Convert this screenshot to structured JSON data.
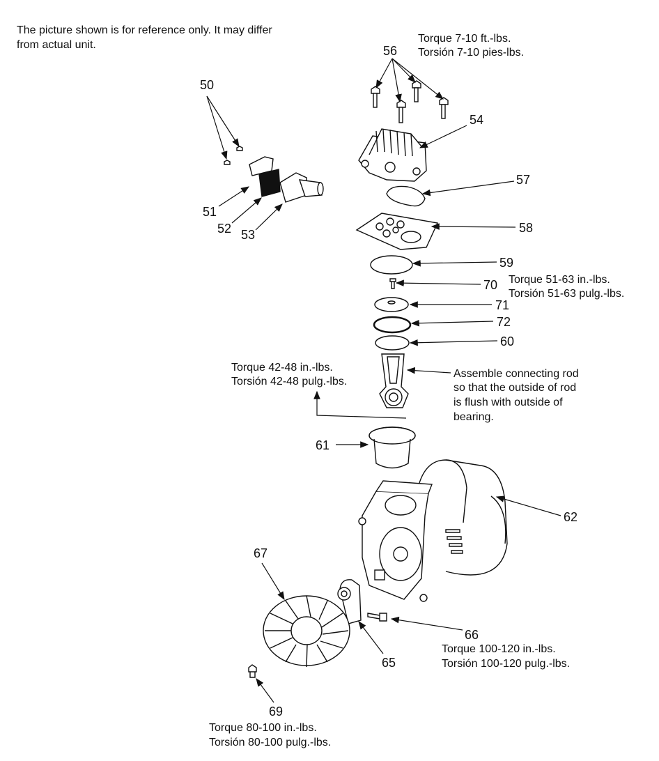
{
  "disclaimer": [
    "The picture shown is for reference only. It may differ",
    "from actual unit."
  ],
  "torque_notes": {
    "cylinder_head_bolts": [
      "Torque  7-10 ft.-lbs.",
      "Torsión 7-10 pies-lbs."
    ],
    "valve_screw": [
      "Torque  51-63 in.-lbs.",
      "Torsión 51-63 pulg.-lbs."
    ],
    "connecting_rod": [
      "Torque  42-48 in.-lbs.",
      "Torsión 42-48 pulg.-lbs."
    ],
    "bracket_bolt": [
      "Torque 100-120 in.-lbs.",
      "Torsión 100-120 pulg.-lbs."
    ],
    "fan_bolt": [
      "Torque 80-100 in.-lbs.",
      "Torsión 80-100 pulg.-lbs."
    ]
  },
  "assembly_note": [
    "Assemble connecting rod",
    "so that the outside of rod",
    "is flush with outside of",
    "bearing."
  ],
  "parts": [
    "50",
    "51",
    "52",
    "53",
    "54",
    "56",
    "57",
    "58",
    "59",
    "60",
    "61",
    "62",
    "65",
    "66",
    "67",
    "69",
    "70",
    "71",
    "72"
  ]
}
